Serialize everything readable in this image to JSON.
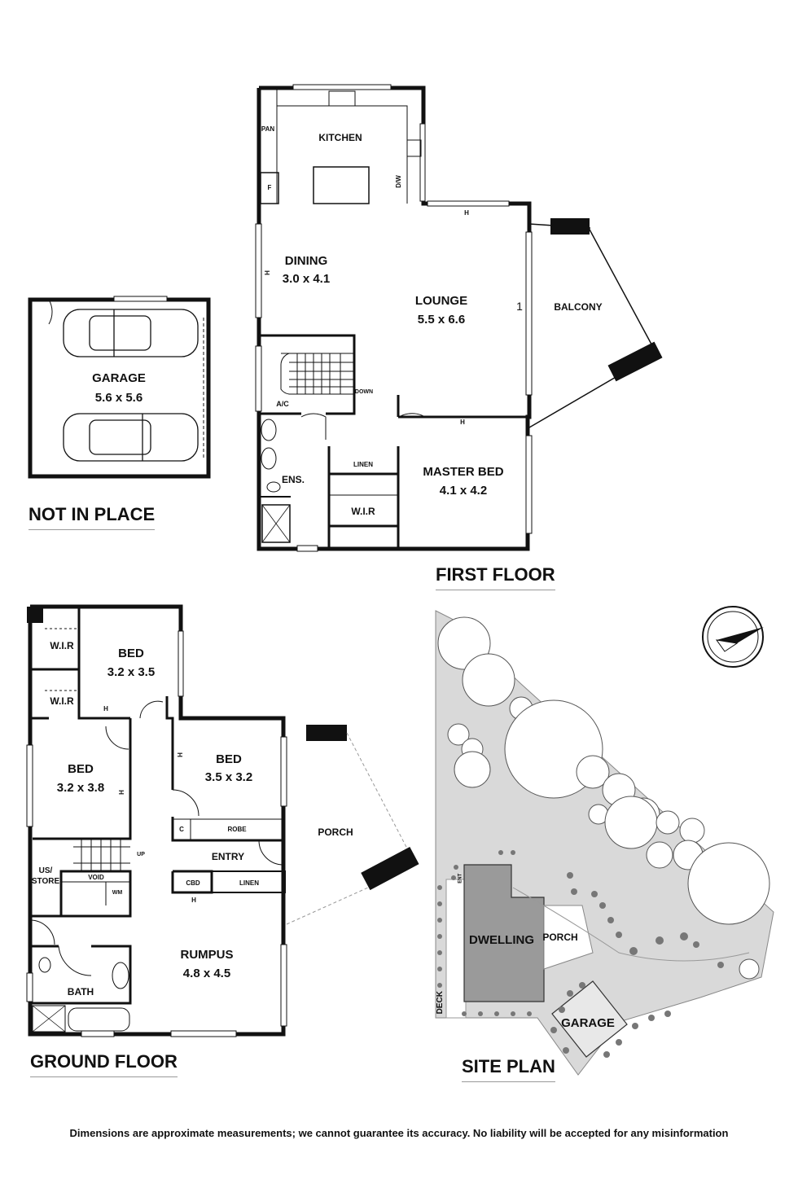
{
  "headings": {
    "not_in_place": "NOT IN PLACE",
    "first_floor": "FIRST FLOOR",
    "ground_floor": "GROUND FLOOR",
    "site_plan": "SITE PLAN"
  },
  "garage_plan": {
    "name": "GARAGE",
    "dims": "5.6 x 5.6"
  },
  "first_floor": {
    "kitchen": "KITCHEN",
    "pan": "PAN",
    "fridge": "F",
    "dishwasher": "D/W",
    "dining": {
      "name": "DINING",
      "dims": "3.0 x 4.1"
    },
    "lounge": {
      "name": "LOUNGE",
      "dims": "5.5 x 6.6"
    },
    "balcony": "BALCONY",
    "heater_mark": "H",
    "ac": "A/C",
    "down": "DOWN",
    "linen": "LINEN",
    "ens": "ENS.",
    "wir": "W.I.R",
    "master": {
      "name": "MASTER BED",
      "dims": "4.1 x 4.2"
    },
    "lounge_mark": "1"
  },
  "ground_floor": {
    "wir_1": "W.I.R",
    "wir_2": "W.I.R",
    "bed_1": {
      "name": "BED",
      "dims": "3.2 x 3.5"
    },
    "bed_2": {
      "name": "BED",
      "dims": "3.2 x 3.8"
    },
    "bed_3": {
      "name": "BED",
      "dims": "3.5 x 3.2"
    },
    "heater_mark": "H",
    "c": "C",
    "robe": "ROBE",
    "porch": "PORCH",
    "entry": "ENTRY",
    "up": "UP",
    "us_store": "US/\nSTORE",
    "void": "VOID",
    "wm": "WM",
    "cbd": "CBD",
    "linen": "LINEN",
    "rumpus": {
      "name": "RUMPUS",
      "dims": "4.8 x 4.5"
    },
    "bath": "BATH"
  },
  "site_plan": {
    "dwelling": "DWELLING",
    "porch": "PORCH",
    "garage": "GARAGE",
    "deck": "DECK",
    "ent": "ENT"
  },
  "footer": "Dimensions are approximate measurements; we cannot guarantee its accuracy. No liability will be accepted for any misinformation"
}
